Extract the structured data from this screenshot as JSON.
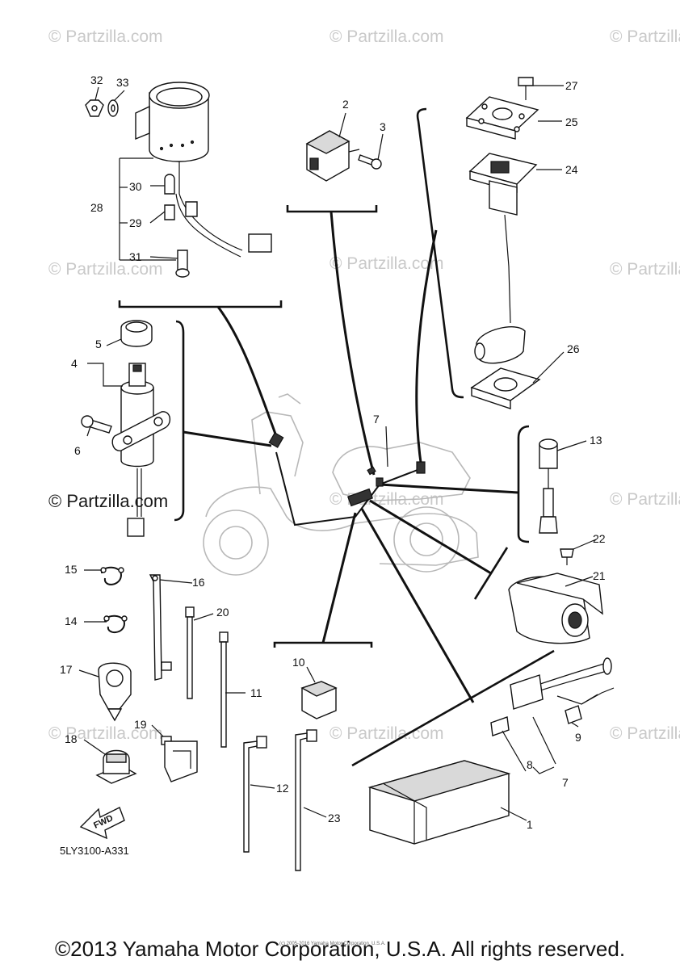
{
  "watermark": {
    "text": "© Partzilla.com",
    "prominent_text": "© Partzilla.com"
  },
  "diagram_code": "5LY3100-A331",
  "fwd_label": "FWD",
  "small_copyright": "(c) 2005-2016 Yamaha Motor Corporation, U.S.A.",
  "copyright": "©2013 Yamaha Motor Corporation, U.S.A. All rights reserved.",
  "callouts": {
    "c1": "1",
    "c2": "2",
    "c3": "3",
    "c4": "4",
    "c5": "5",
    "c6": "6",
    "c7a": "7",
    "c7b": "7",
    "c8": "8",
    "c9": "9",
    "c10": "10",
    "c11": "11",
    "c12": "12",
    "c13": "13",
    "c14": "14",
    "c15": "15",
    "c16": "16",
    "c17": "17",
    "c18": "18",
    "c19": "19",
    "c20": "20",
    "c21": "21",
    "c22": "22",
    "c23": "23",
    "c24": "24",
    "c25": "25",
    "c26": "26",
    "c27": "27",
    "c28": "28",
    "c29": "29",
    "c30": "30",
    "c31": "31",
    "c32": "32",
    "c33": "33"
  }
}
